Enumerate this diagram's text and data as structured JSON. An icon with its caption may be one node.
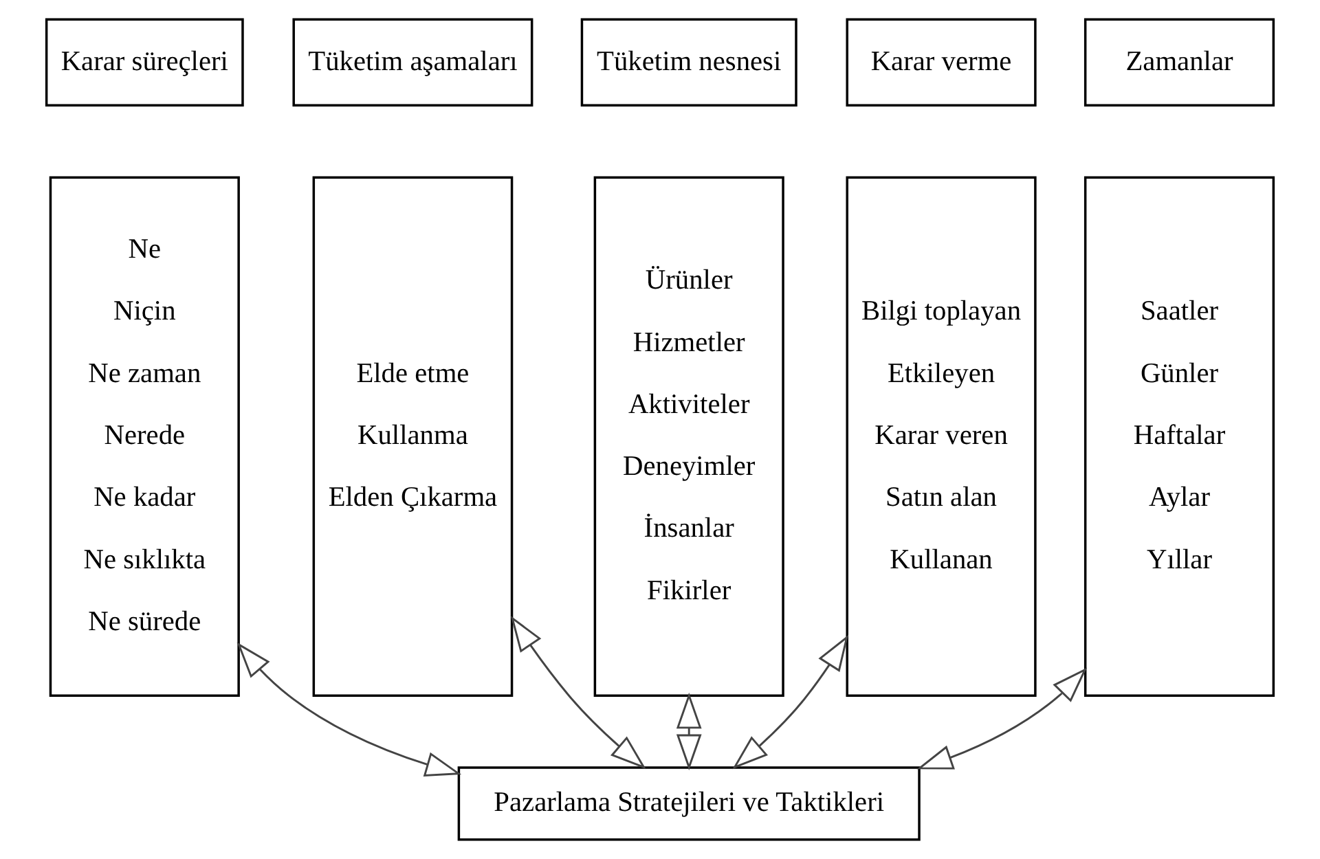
{
  "diagram": {
    "nodes": [
      {
        "text": [
          "Karar süreçleri"
        ]
      },
      {
        "text": [
          "Tüketim aşamaları"
        ]
      },
      {
        "text": [
          "Tüketim nesnesi"
        ]
      },
      {
        "text": [
          "Karar verme"
        ]
      },
      {
        "text": [
          "Zamanlar"
        ]
      },
      {
        "text": [
          "Ne",
          "Niçin",
          "Ne zaman",
          "Nerede",
          "Ne kadar",
          "Ne sıklıkta",
          "Ne sürede"
        ]
      },
      {
        "text": [
          "Elde etme",
          "Kullanma",
          "Elden Çıkarma"
        ]
      },
      {
        "text": [
          "Ürünler",
          "Hizmetler",
          "Aktiviteler",
          "Deneyimler",
          "İnsanlar",
          "Fikirler"
        ]
      },
      {
        "text": [
          "Bilgi toplayan",
          "Etkileyen",
          "Karar veren",
          "Satın alan",
          "Kullanan"
        ]
      },
      {
        "text": [
          "Saatler",
          "Günler",
          "Haftalar",
          "Aylar",
          "Yıllar"
        ]
      },
      {
        "text": [
          "Pazarlama Stratejileri ve Taktikleri"
        ]
      }
    ],
    "edges": [
      {
        "from": 5,
        "to": 10,
        "arrow": "both"
      },
      {
        "from": 6,
        "to": 10,
        "arrow": "both"
      },
      {
        "from": 7,
        "to": 10,
        "arrow": "both"
      },
      {
        "from": 8,
        "to": 10,
        "arrow": "both"
      },
      {
        "from": 9,
        "to": 10,
        "arrow": "both"
      }
    ]
  }
}
